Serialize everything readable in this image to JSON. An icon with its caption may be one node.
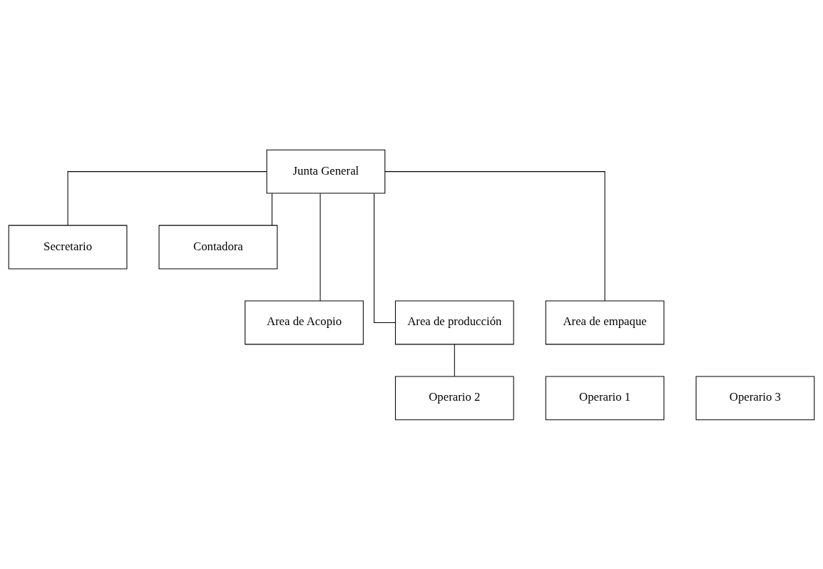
{
  "diagram": {
    "nodes": [
      {
        "text": [
          "Junta General"
        ]
      },
      {
        "text": [
          "Secretario"
        ]
      },
      {
        "text": [
          "Contadora"
        ]
      },
      {
        "text": [
          "Area de Acopio"
        ]
      },
      {
        "text": [
          "Area de producción"
        ]
      },
      {
        "text": [
          "Area de empaque"
        ]
      },
      {
        "text": [
          "Operario 1"
        ]
      },
      {
        "text": [
          "Operario 2"
        ]
      },
      {
        "text": [
          "Operario 3"
        ]
      }
    ],
    "edges": [
      {
        "from": 0,
        "to": 1,
        "arrow": "none"
      },
      {
        "from": 0,
        "to": 2,
        "arrow": "none"
      },
      {
        "from": 0,
        "to": 3,
        "arrow": "none"
      },
      {
        "from": 0,
        "to": 4,
        "arrow": "none"
      },
      {
        "from": 0,
        "to": 5,
        "arrow": "none"
      },
      {
        "from": 4,
        "to": 7,
        "arrow": "none"
      }
    ]
  }
}
